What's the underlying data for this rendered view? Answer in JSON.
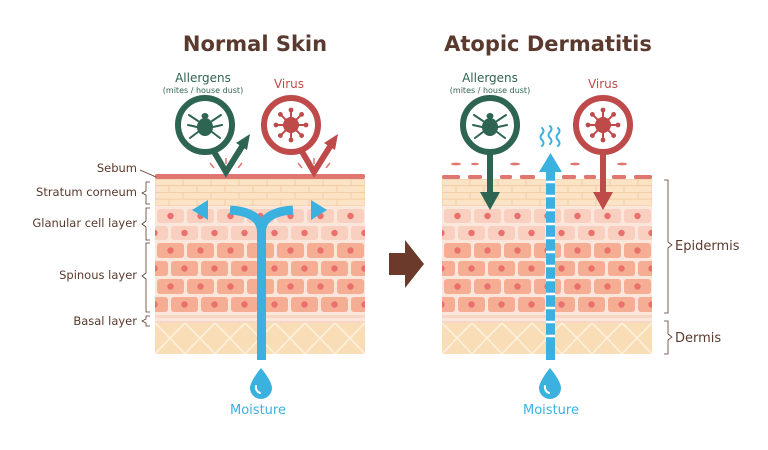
{
  "panels": {
    "normal": {
      "title": "Normal Skin"
    },
    "atopic": {
      "title": "Atopic Dermatitis"
    }
  },
  "labels": {
    "allergens": "Allergens",
    "allergens_sub": "(mites / house dust)",
    "virus": "Virus",
    "moisture": "Moisture"
  },
  "layers": {
    "sebum": "Sebum",
    "stratum_corneum": "Stratum corneum",
    "granular": "Glanular cell layer",
    "spinous": "Spinous layer",
    "basal": "Basal layer"
  },
  "regions": {
    "epidermis": "Epidermis",
    "dermis": "Dermis"
  },
  "colors": {
    "allergen": "#2e6452",
    "virus": "#bf4a4a",
    "moisture": "#3bb1e0",
    "text": "#5a3a2e",
    "arrow": "#6b3a2a"
  },
  "icons": {
    "allergen": "mite-icon",
    "virus": "virus-icon",
    "moisture": "water-drop-icon",
    "transition": "right-arrow-icon"
  }
}
